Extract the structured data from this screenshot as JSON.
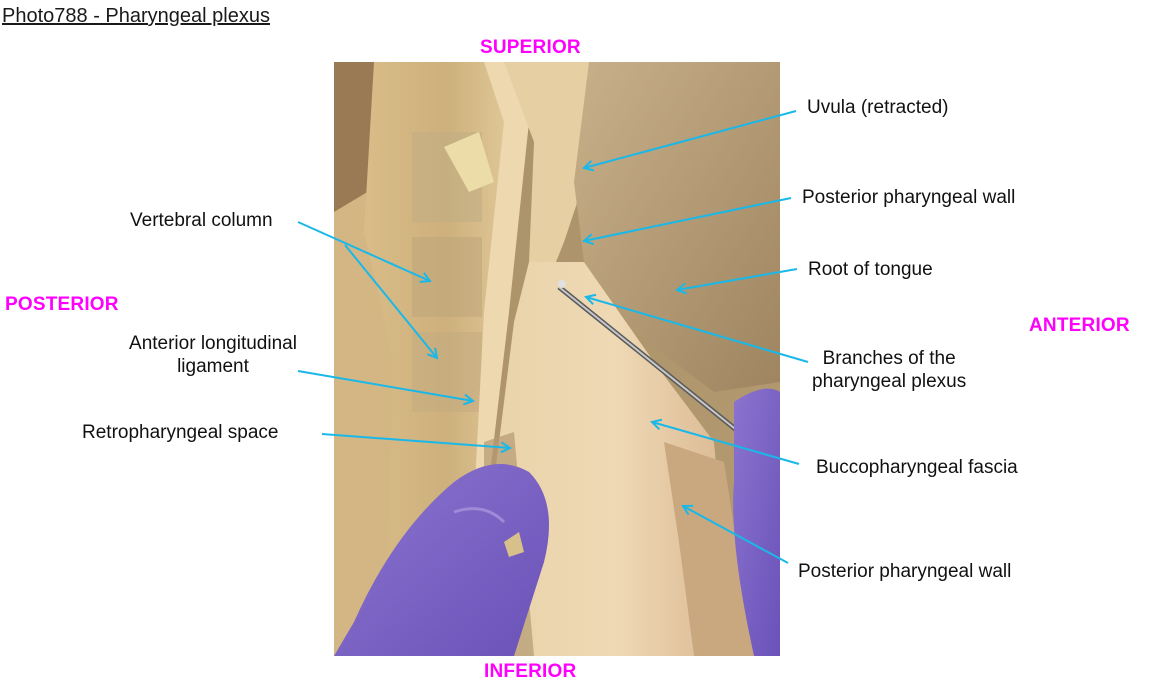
{
  "title": "Photo788 - Pharyngeal plexus",
  "orientation": {
    "superior": "SUPERIOR",
    "inferior": "INFERIOR",
    "posterior": "POSTERIOR",
    "anterior": "ANTERIOR",
    "color": "#ff00ff"
  },
  "photo": {
    "description": "Dissection photograph of the pharynx in sagittal section, with a gloved finger and forceps"
  },
  "arrow_color": "#1ab8e8",
  "labels": {
    "left": [
      {
        "id": "vertebral-column",
        "text": "Vertebral column"
      },
      {
        "id": "anterior-longitudinal-ligament",
        "line1": "Anterior longitudinal",
        "line2": "ligament"
      },
      {
        "id": "retropharyngeal-space",
        "text": "Retropharyngeal space"
      }
    ],
    "right": [
      {
        "id": "uvula",
        "text": "Uvula (retracted)"
      },
      {
        "id": "posterior-pharyngeal-wall-upper",
        "text": "Posterior pharyngeal wall"
      },
      {
        "id": "root-of-tongue",
        "text": "Root of tongue"
      },
      {
        "id": "pharyngeal-plexus",
        "line1": "Branches of the",
        "line2": "pharyngeal plexus"
      },
      {
        "id": "buccopharyngeal-fascia",
        "text": "Buccopharyngeal fascia"
      },
      {
        "id": "posterior-pharyngeal-wall-lower",
        "text": "Posterior pharyngeal wall"
      }
    ]
  }
}
